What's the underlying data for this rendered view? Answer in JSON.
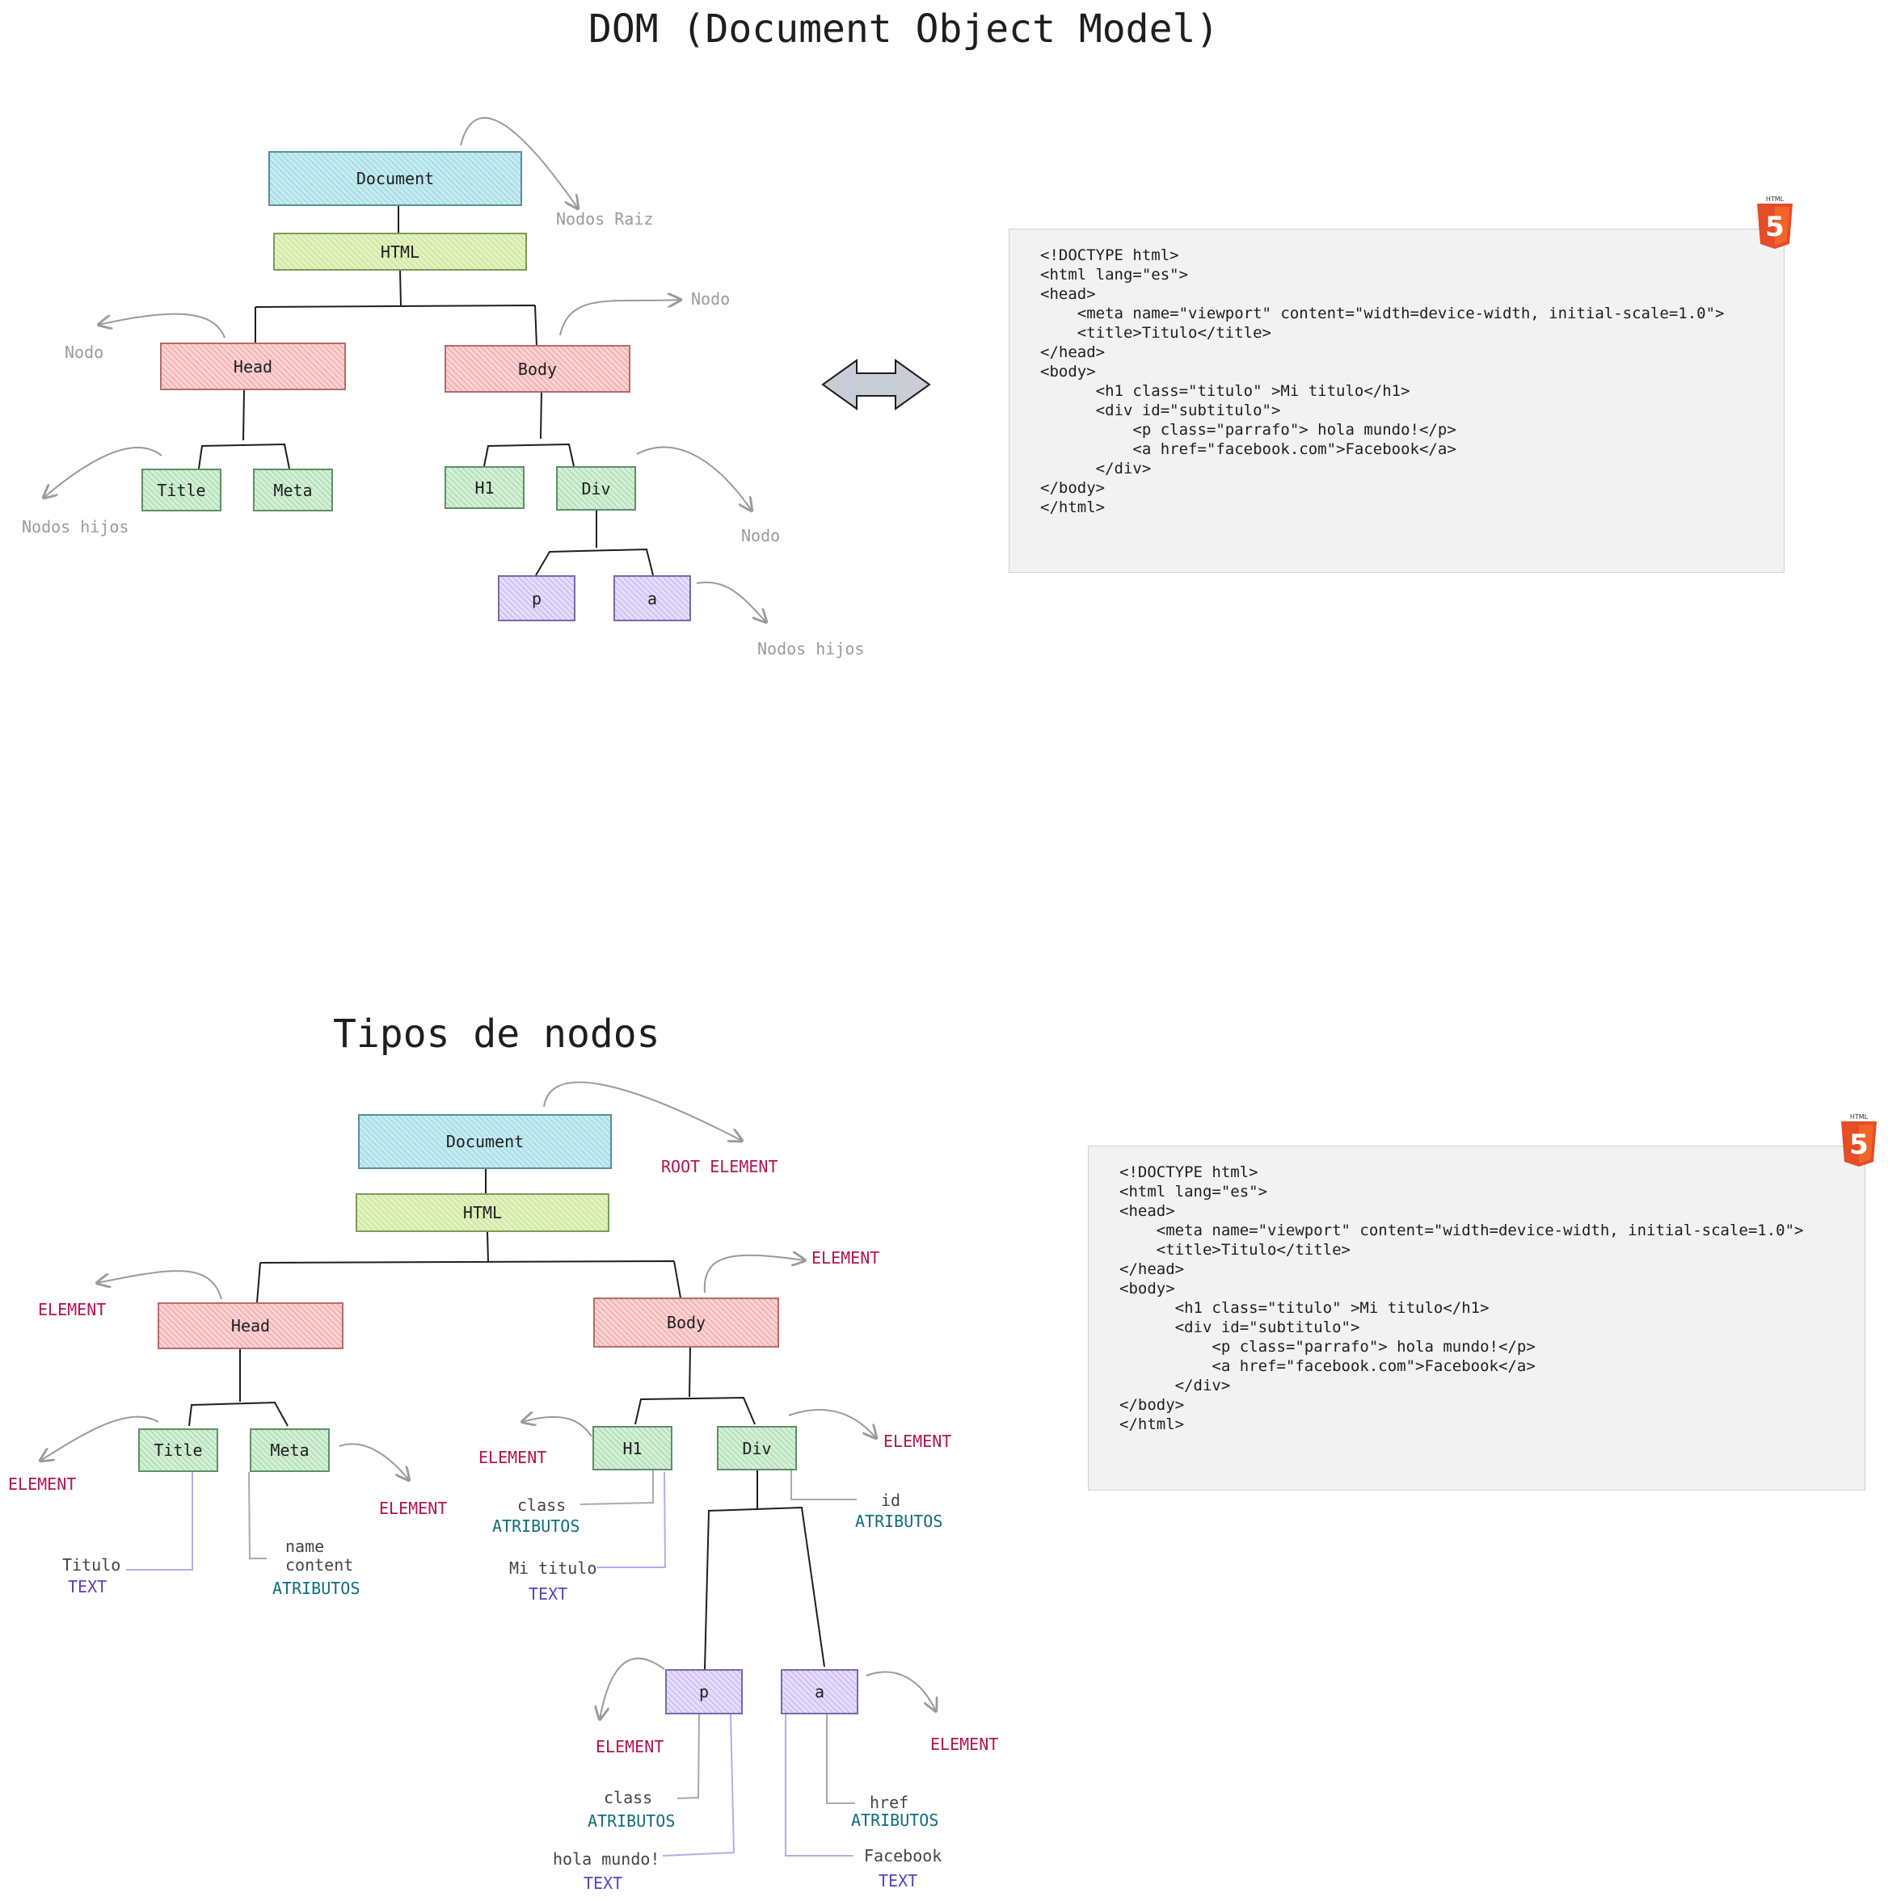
{
  "titles": {
    "dom": "DOM (Document Object Model)",
    "tipos": "Tipos de nodos"
  },
  "top_tree": {
    "nodes": {
      "document": "Document",
      "html": "HTML",
      "head": "Head",
      "body": "Body",
      "title": "Title",
      "meta": "Meta",
      "h1": "H1",
      "div": "Div",
      "p": "p",
      "a": "a"
    },
    "annotations": {
      "nodos_raiz": "Nodos Raiz",
      "nodo_head": "Nodo",
      "nodo_body": "Nodo",
      "nodos_hijos_head": "Nodos hijos",
      "nodo_div": "Nodo",
      "nodos_hijos_div": "Nodos hijos"
    }
  },
  "bottom_tree": {
    "nodes": {
      "document": "Document",
      "html": "HTML",
      "head": "Head",
      "body": "Body",
      "title": "Title",
      "meta": "Meta",
      "h1": "H1",
      "div": "Div",
      "p": "p",
      "a": "a"
    },
    "annotations": {
      "root_element": "ROOT ELEMENT",
      "element_head": "ELEMENT",
      "element_body": "ELEMENT",
      "element_title": "ELEMENT",
      "element_meta": "ELEMENT",
      "element_h1": "ELEMENT",
      "element_div": "ELEMENT",
      "element_p": "ELEMENT",
      "element_a": "ELEMENT",
      "title_text_value": "Titulo",
      "title_text_type": "TEXT",
      "meta_attr_name": "name",
      "meta_attr_content": "content",
      "meta_attr_type": "ATRIBUTOS",
      "h1_attr_value": "class",
      "h1_attr_type": "ATRIBUTOS",
      "h1_text_value": "Mi titulo",
      "h1_text_type": "TEXT",
      "div_attr_value": "id",
      "div_attr_type": "ATRIBUTOS",
      "p_attr_value": "class",
      "p_attr_type": "ATRIBUTOS",
      "p_text_value": "hola mundo!",
      "p_text_type": "TEXT",
      "a_attr_value": "href",
      "a_attr_type": "ATRIBUTOS",
      "a_text_value": "Facebook",
      "a_text_type": "TEXT"
    }
  },
  "html5_badge": {
    "label": "HTML",
    "digit": "5",
    "color": "#e44d26"
  },
  "code_lines": [
    "<!DOCTYPE html>",
    "<html lang=\"es\">",
    "<head>",
    "    <meta name=\"viewport\" content=\"width=device-width, initial-scale=1.0\">",
    "    <title>Titulo</title>",
    "</head>",
    "<body>",
    "      <h1 class=\"titulo\" >Mi titulo</h1>",
    "      <div id=\"subtitulo\">",
    "          <p class=\"parrafo\"> hola mundo!</p>",
    "          <a href=\"facebook.com\">Facebook</a>",
    "      </div>",
    "</body>",
    "</html>"
  ]
}
